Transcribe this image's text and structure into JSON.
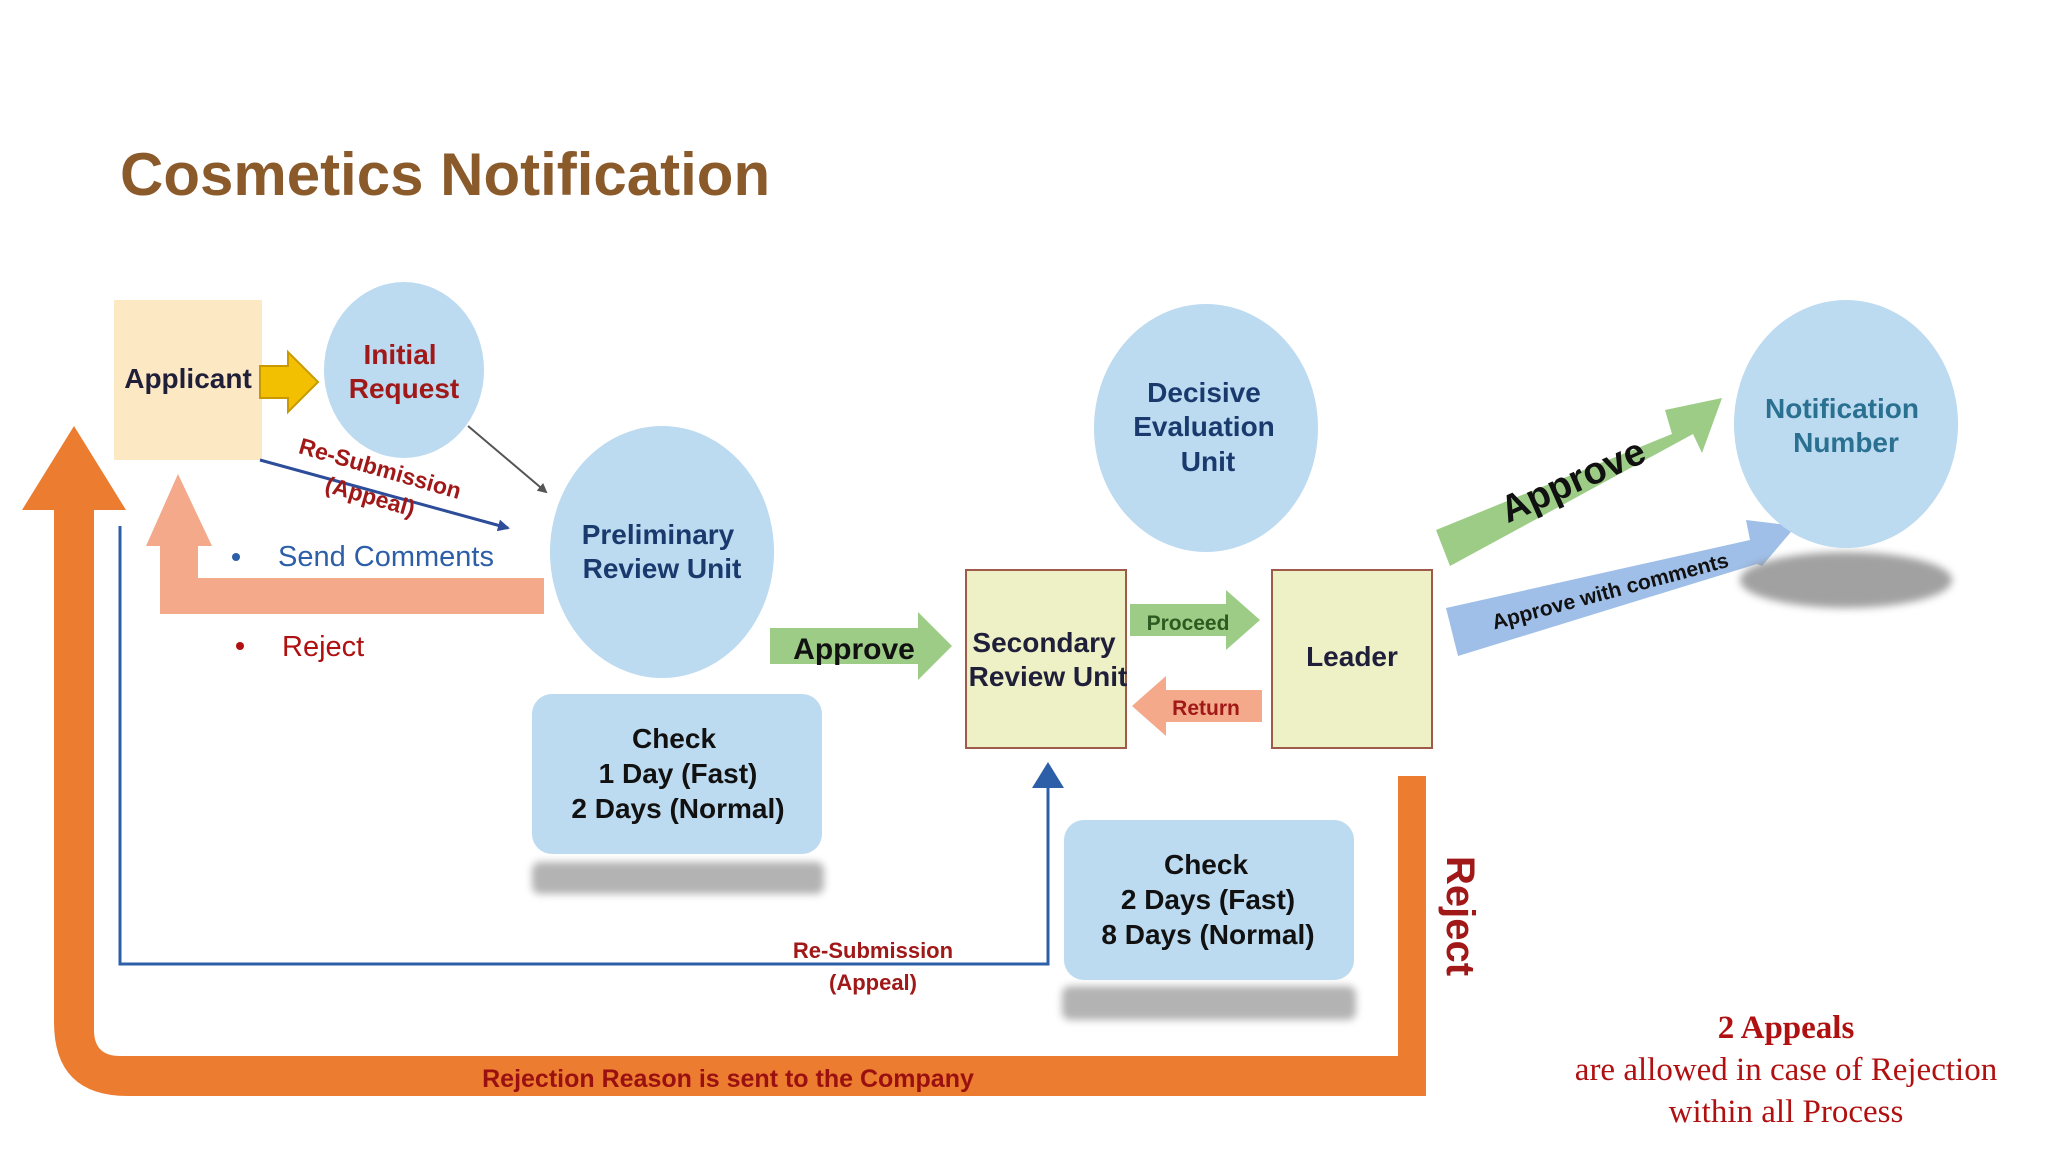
{
  "title": "Cosmetics Notification",
  "nodes": {
    "applicant": "Applicant",
    "initial_request": [
      "Initial",
      "Request"
    ],
    "preliminary_review": [
      "Preliminary",
      "Review Unit"
    ],
    "preliminary_check": [
      "Check",
      "1 Day (Fast)",
      "2 Days (Normal)"
    ],
    "decisive_evaluation": [
      "Decisive",
      "Evaluation",
      "Unit"
    ],
    "secondary_review": [
      "Secondary",
      "Review Unit"
    ],
    "leader": "Leader",
    "secondary_check": [
      "Check",
      "2 Days (Fast)",
      "8 Days (Normal)"
    ],
    "notification_number": [
      "Notification",
      "Number"
    ]
  },
  "arrows": {
    "resubmission_top": [
      "Re-Submission",
      "(Appeal)"
    ],
    "send_comments": "Send Comments",
    "reject_bullet": "Reject",
    "approve_preliminary": "Approve",
    "proceed": "Proceed",
    "return": "Return",
    "approve_leader": "Approve",
    "approve_with_comments": "Approve with comments",
    "reject_leader": "Reject",
    "resubmission_bottom": [
      "Re-Submission",
      "(Appeal)"
    ],
    "rejection_reason": "Rejection Reason is sent to the Company"
  },
  "note": [
    "2 Appeals",
    "are allowed in case of Rejection",
    "within all Process"
  ],
  "colors": {
    "title": "#8a5a2b",
    "circle_fill": "#bcdaf0",
    "applicant_fill": "#fde8c4",
    "unit_box_fill": "#eef0c6",
    "unit_box_border": "#a05a4a",
    "orange_arrow": "#ec7c30",
    "salmon_arrow": "#f3a98a",
    "green_arrow": "#9ccc85",
    "blue_arrow": "#9fbfe8",
    "yellow_arrow": "#f2c000",
    "dark_red_text": "#a01818",
    "line_blue": "#2d5fa8"
  },
  "icons": [
    "arrow-right-icon",
    "arrow-up-icon",
    "bullet-icon"
  ]
}
